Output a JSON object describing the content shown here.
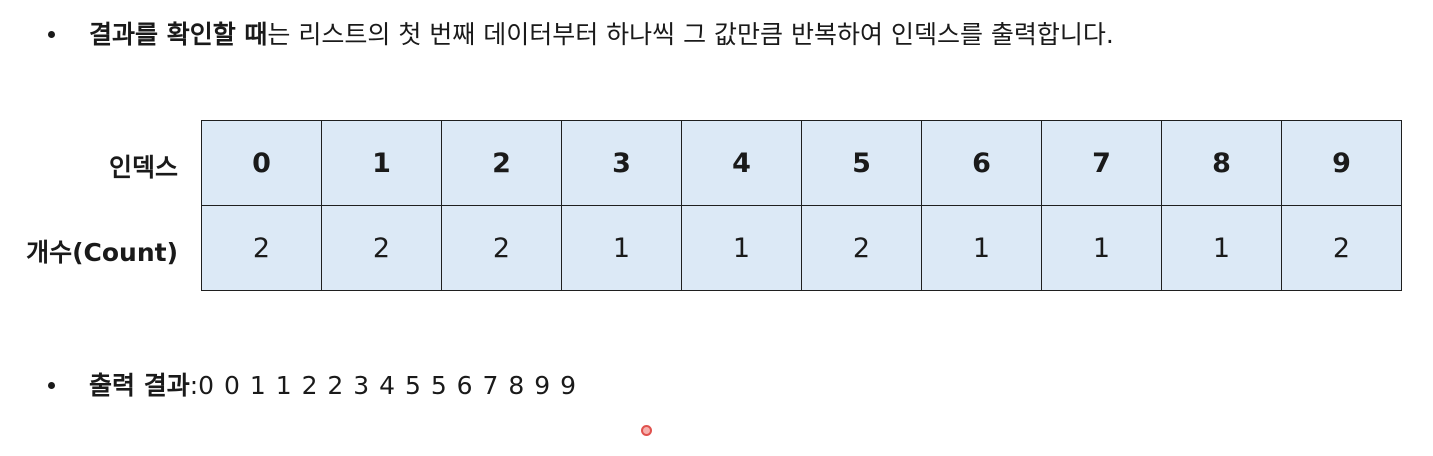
{
  "intro": {
    "bold_text": "결과를 확인할 때",
    "rest_text": "는 리스트의 첫 번째 데이터부터 하나씩 그 값만큼 반복하여 인덱스를 출력합니다."
  },
  "table": {
    "index_label": "인덱스",
    "count_label": "개수(Count)",
    "indices": [
      "0",
      "1",
      "2",
      "3",
      "4",
      "5",
      "6",
      "7",
      "8",
      "9"
    ],
    "counts": [
      "2",
      "2",
      "2",
      "1",
      "1",
      "2",
      "1",
      "1",
      "1",
      "2"
    ],
    "cell_color": "#dce9f6"
  },
  "result": {
    "label": "출력 결과",
    "separator": ": ",
    "values": "0 0 1 1 2 2 3 4 5 5 6 7 8 9 9"
  }
}
